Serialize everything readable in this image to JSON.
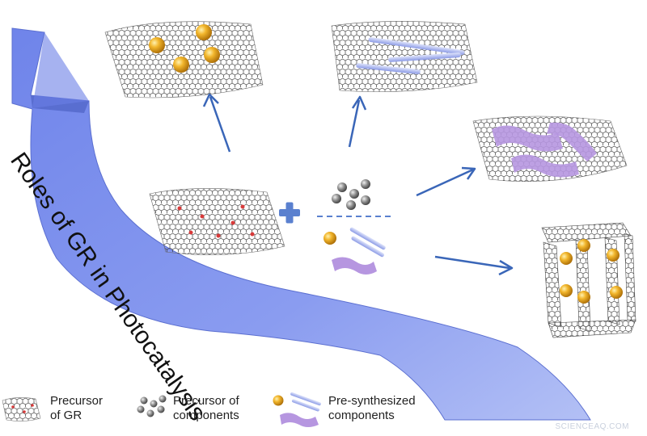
{
  "main_arrow_label": "Roles of GR in Photocatalysis",
  "legend": {
    "graphene_precursor": {
      "line1": "Precursor",
      "line2": "of GR"
    },
    "component_precursor": {
      "line1": "Precursor of",
      "line2": "components"
    },
    "presynthesized": {
      "line1": "Pre-synthesized",
      "line2": "components"
    }
  },
  "watermark": "SCIENCEAQ.COM",
  "colors": {
    "main_arrow": "#7d90ec",
    "flow_arrow": "#3a66b8",
    "plus": "#5a80cf",
    "nanoparticle": "#e2a21d",
    "nanowire": "#a9b4ec",
    "nanosheet": "#b696e0",
    "precursor_ball": "#8c8c8c",
    "defect": "#d83a3a",
    "graphene_mesh": "#3a3a3a"
  }
}
